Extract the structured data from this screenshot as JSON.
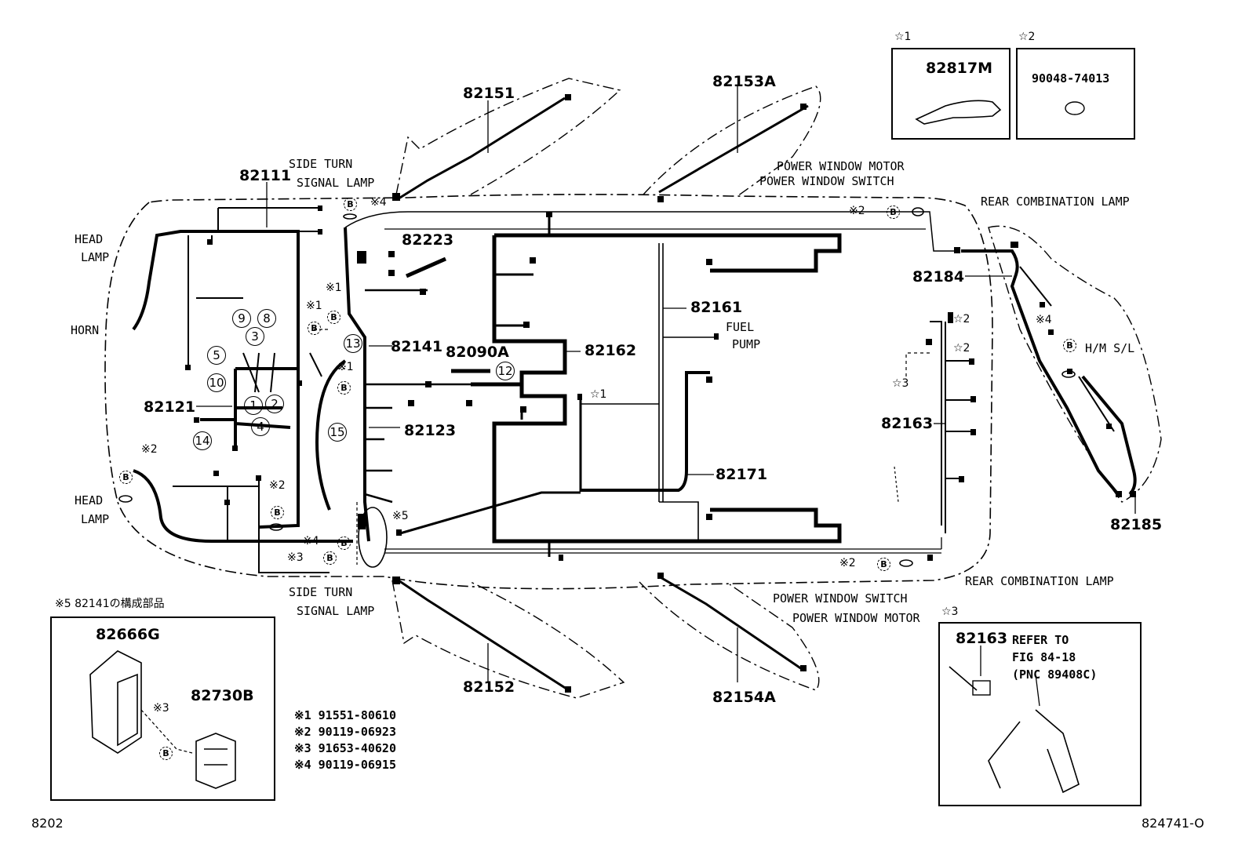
{
  "parts": {
    "p82111": "82111",
    "p82151": "82151",
    "p82153A": "82153A",
    "p82223": "82223",
    "p82141": "82141",
    "p82090A": "82090A",
    "p82162": "82162",
    "p82161": "82161",
    "p82121": "82121",
    "p82123": "82123",
    "p82171": "82171",
    "p82184": "82184",
    "p82163": "82163",
    "p82185": "82185",
    "p82152": "82152",
    "p82154A": "82154A",
    "p82666G": "82666G",
    "p82730B": "82730B",
    "p82817M": "82817M",
    "p90048": "90048-74013",
    "p82163b": "82163"
  },
  "captions": {
    "side_turn_top_1": "SIDE TURN",
    "side_turn_top_2": "SIGNAL LAMP",
    "head_lamp_top_1": "HEAD",
    "head_lamp_top_2": "LAMP",
    "horn": "HORN",
    "head_lamp_bot_1": "HEAD",
    "head_lamp_bot_2": "LAMP",
    "pw_top_1": "POWER WINDOW MOTOR",
    "pw_top_2": "POWER WINDOW SWITCH",
    "rear_comb_top": "REAR COMBINATION LAMP",
    "fuel_1": "FUEL",
    "fuel_2": "PUMP",
    "hm_sl": "H/M S/L",
    "side_turn_bot_1": "SIDE TURN",
    "side_turn_bot_2": "SIGNAL LAMP",
    "pw_bot_1": "POWER WINDOW SWITCH",
    "pw_bot_2": "POWER WINDOW MOTOR",
    "rear_comb_bot": "REAR COMBINATION LAMP",
    "refer_1": "REFER TO",
    "refer_2": "FIG 84-18",
    "refer_3": "(PNC 89408C)",
    "note5": "※5 82141の構成部品"
  },
  "markers": {
    "star1": "☆1",
    "star2": "☆2",
    "star3": "☆3",
    "k1": "※1",
    "k2": "※2",
    "k3": "※3",
    "k4": "※4",
    "k5": "※5",
    "k2_rear_top": "※2",
    "k2_rear_bot": "※2",
    "k4_rear": "※4",
    "bolt": "B"
  },
  "circled": [
    "9",
    "8",
    "3",
    "5",
    "10",
    "1",
    "2",
    "4",
    "14",
    "15",
    "13",
    "12"
  ],
  "legend": [
    {
      "key": "※1",
      "value": "91551-80610"
    },
    {
      "key": "※2",
      "value": "90119-06923"
    },
    {
      "key": "※3",
      "value": "91653-40620"
    },
    {
      "key": "※4",
      "value": "90119-06915"
    }
  ],
  "footer": {
    "left": "8202",
    "right": "824741-O"
  }
}
